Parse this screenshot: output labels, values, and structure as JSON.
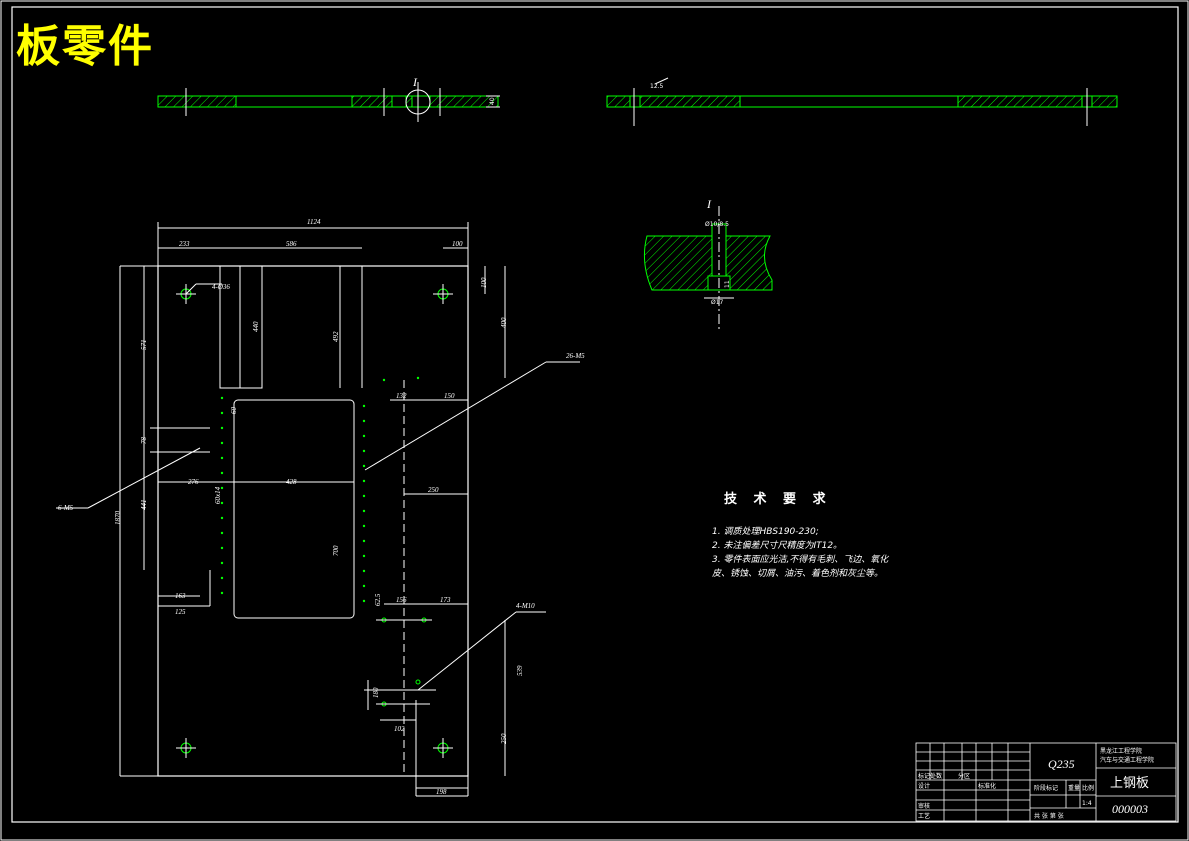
{
  "title": "板零件",
  "section_marker": "I",
  "dims": {
    "overall_w": "1124",
    "d233": "233",
    "d586": "586",
    "d100a": "100",
    "d100b": "100",
    "d400": "400",
    "d440": "440",
    "d492": "492",
    "d571": "571",
    "d1870": "1870",
    "d78": "78",
    "d441": "441",
    "d276": "276",
    "d428": "428",
    "d60x14": "60x14",
    "d163": "163",
    "d125": "125",
    "d60": "60",
    "d150": "150",
    "d132": "132",
    "d250a": "250",
    "d700": "700",
    "d62_5": "62.5",
    "d156": "156",
    "d173": "173",
    "d539": "539",
    "d180": "180",
    "d102": "102",
    "d250b": "250",
    "d198": "198",
    "d40": "40",
    "d12_5": "12.5"
  },
  "callouts": {
    "holes_4_phi36": "4-Ø36",
    "holes_26_m5": "26-M5",
    "holes_6_m5": "6-M5",
    "holes_4_m10": "4-M10",
    "detail_phi": "Ø10/8.5",
    "detail_phi17": "Ø17",
    "detail_11": "11"
  },
  "tech_requirements": {
    "heading": "技 术 要 求",
    "items": [
      "1. 调质处理HBS190-230;",
      "2. 未注偏差尺寸尺精度为IT12。",
      "3. 零件表面应光洁,不得有毛刺、飞边、氧化",
      "   皮、锈蚀、切屑、油污、着色剂和灰尘等。"
    ]
  },
  "title_block": {
    "material": "Q235",
    "school": "黑龙江工程学院",
    "dept": "汽车与交通工程学院",
    "part_name": "上钢板",
    "drawing_no": "000003",
    "labels": {
      "mark": "标记处数",
      "file": "分区",
      "design": "设计",
      "std": "标准化",
      "review": "审核",
      "craft": "工艺",
      "stage": "阶段标记",
      "weight": "重量",
      "scale": "比例",
      "sheets": "共 张 第 张"
    },
    "scale_val": "1:4"
  },
  "colors": {
    "outline": "#ffffff",
    "section": "#00ff00",
    "title": "#ffff00"
  }
}
